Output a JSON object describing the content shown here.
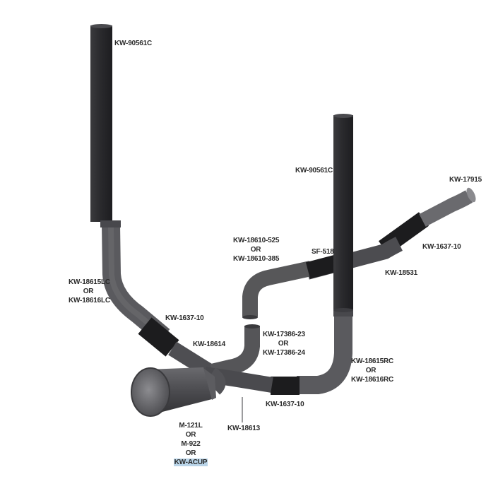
{
  "labels": {
    "stack_left": "KW-90561C",
    "stack_right": "KW-90561C",
    "elbow_right_end": "KW-17915",
    "clamp_upper_right": "KW-1637-10",
    "pipe_right": "KW-18531",
    "clamp_sf": "SF-518",
    "elbow_mid_top": {
      "line1": "KW-18610-525",
      "line2": "OR",
      "line3": "KW-18610-385"
    },
    "elbow_left": {
      "line1": "KW-18615LC",
      "line2": "OR",
      "line3": "KW-18616LC"
    },
    "clamp_left": "KW-1637-10",
    "pipe_left": "KW-18614",
    "elbow_center": {
      "line1": "KW-17386-23",
      "line2": "OR",
      "line3": "KW-17386-24"
    },
    "elbow_right": {
      "line1": "KW-18615RC",
      "line2": "OR",
      "line3": "KW-18616RC"
    },
    "clamp_bottom": "KW-1637-10",
    "y_pipe": "KW-18613",
    "muffler": {
      "line1": "M-121L",
      "line2": "OR",
      "line3": "M-922",
      "line4": "OR",
      "line5": "KW-ACUP"
    }
  },
  "colors": {
    "pipe_dark": "#2a2a2d",
    "pipe_mid": "#56565a",
    "pipe_light": "#7a7a7e",
    "clamp": "#1c1c1e",
    "highlight": "#b9d4e8"
  }
}
